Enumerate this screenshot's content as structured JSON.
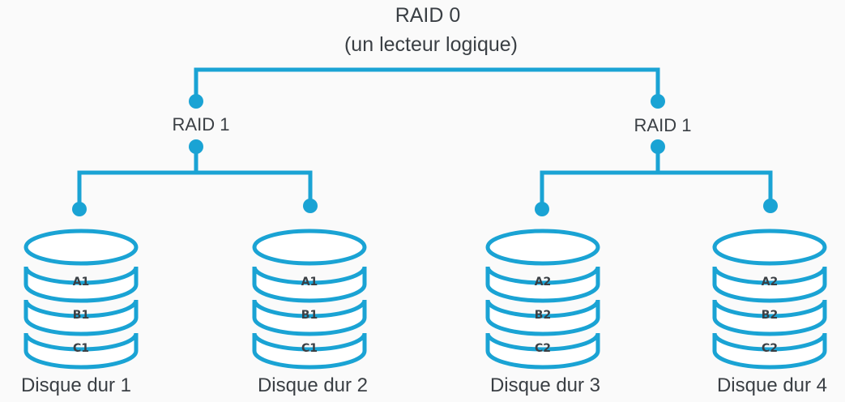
{
  "title": {
    "line1": "RAID 0",
    "line2": "(un lecteur logique)"
  },
  "groups": [
    {
      "label": "RAID 1"
    },
    {
      "label": "RAID 1"
    }
  ],
  "disks": [
    {
      "label": "Disque dur 1",
      "segments": [
        "A1",
        "B1",
        "C1"
      ]
    },
    {
      "label": "Disque dur 2",
      "segments": [
        "A1",
        "B1",
        "C1"
      ]
    },
    {
      "label": "Disque dur 3",
      "segments": [
        "A2",
        "B2",
        "C2"
      ]
    },
    {
      "label": "Disque dur 4",
      "segments": [
        "A2",
        "B2",
        "C2"
      ]
    }
  ],
  "colors": {
    "accent": "#1aa3d4",
    "text": "#3a3f44",
    "background": "#fafafa"
  }
}
